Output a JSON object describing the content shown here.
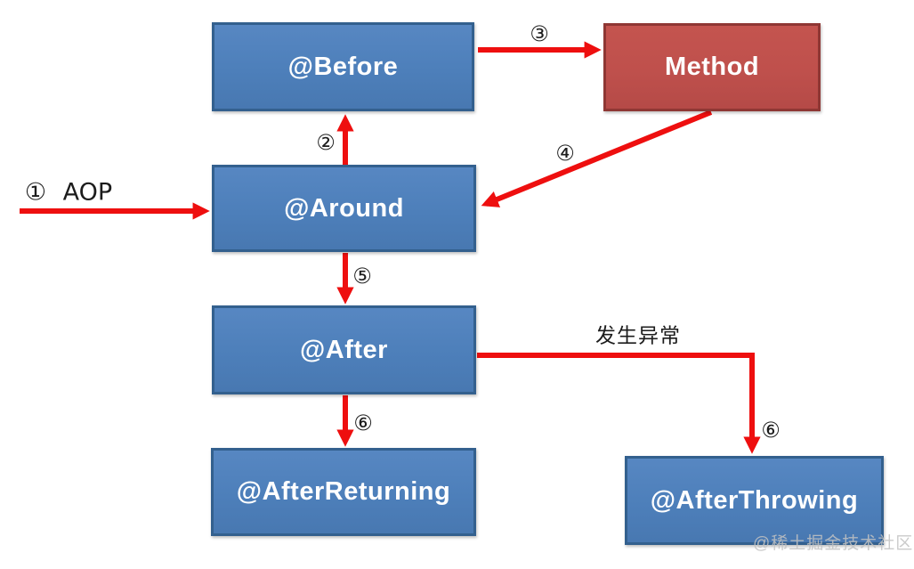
{
  "diagram": {
    "nodes": {
      "before": {
        "label": "@Before"
      },
      "method": {
        "label": "Method"
      },
      "around": {
        "label": "@Around"
      },
      "after": {
        "label": "@After"
      },
      "after_returning": {
        "label": "@AfterReturning"
      },
      "after_throwing": {
        "label": "@AfterThrowing"
      }
    },
    "edges": {
      "aop_entry": {
        "label": "① AOP"
      },
      "around_to_before": {
        "label": "②"
      },
      "before_to_method": {
        "label": "③"
      },
      "method_to_around": {
        "label": "④"
      },
      "around_to_after": {
        "label": "⑤"
      },
      "after_to_returning": {
        "label": "⑥"
      },
      "after_to_throwing": {
        "label": "⑥",
        "condition": "发生异常"
      }
    },
    "watermark": "@稀土掘金技术社区"
  },
  "colors": {
    "node-blue": "#4d7fba",
    "node-blue-border": "#33608e",
    "node-red": "#bf504c",
    "node-red-border": "#8f3734",
    "arrow-red": "#ee0f0f",
    "label-black": "#1c1c1c",
    "watermark-gray": "#c2c2c2"
  }
}
